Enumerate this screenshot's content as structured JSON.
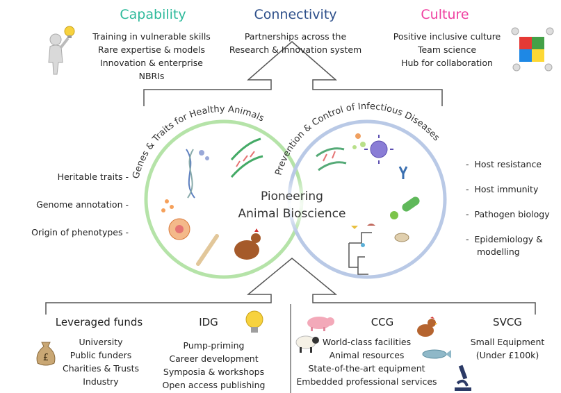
{
  "top": {
    "capability": {
      "title": "Capability",
      "color": "#2cb99a",
      "items": [
        "Training in vulnerable skills",
        "Rare expertise & models",
        "Innovation & enterprise",
        "NBRIs"
      ]
    },
    "connectivity": {
      "title": "Connectivity",
      "color": "#2d4f8a",
      "items": [
        "Partnerships across the",
        "Research & Innovation system"
      ]
    },
    "culture": {
      "title": "Culture",
      "color": "#ef3fa0",
      "items": [
        "Positive inclusive culture",
        "Team science",
        "Hub for collaboration"
      ]
    }
  },
  "center": {
    "title_line1": "Pioneering",
    "title_line2": "Animal Bioscience",
    "left_arc_label": "Genes & Traits for Healthy Animals",
    "right_arc_label": "Prevention & Control of Infectious Diseases",
    "left_circle_color": "#b5e3a8",
    "right_circle_color": "#b9c9e6"
  },
  "left_list": [
    "Heritable traits",
    "Genome annotation",
    "Origin of phenotypes"
  ],
  "right_list": [
    "Host resistance",
    "Host immunity",
    "Pathogen biology",
    "Epidemiology &",
    "modelling"
  ],
  "bottom": {
    "leveraged": {
      "title": "Leveraged funds",
      "items": [
        "University",
        "Public funders",
        "Charities & Trusts",
        "Industry"
      ]
    },
    "idg": {
      "title": "IDG",
      "items": [
        "Pump-priming",
        "Career development",
        "Symposia & workshops",
        "Open access publishing"
      ]
    },
    "ccg": {
      "title": "CCG",
      "items": [
        "World-class facilities",
        "Animal resources",
        "State-of-the-art equipment",
        "Embedded professional services"
      ]
    },
    "svcg": {
      "title": "SVCG",
      "items": [
        "Small Equipment",
        "(Under £100k)"
      ]
    }
  },
  "icons": [
    "lightbulb-person-icon",
    "puzzle-team-icon",
    "money-bag-icon",
    "lightbulb-icon",
    "pig-icon",
    "sheep-icon",
    "chicken-icon",
    "fish-icon",
    "microscope-icon",
    "dna-icon",
    "virus-icon",
    "bacterium-icon",
    "phylogeny-tree-icon",
    "chicken-drawing-icon",
    "bone-icon",
    "cell-icon",
    "antibody-icon"
  ]
}
